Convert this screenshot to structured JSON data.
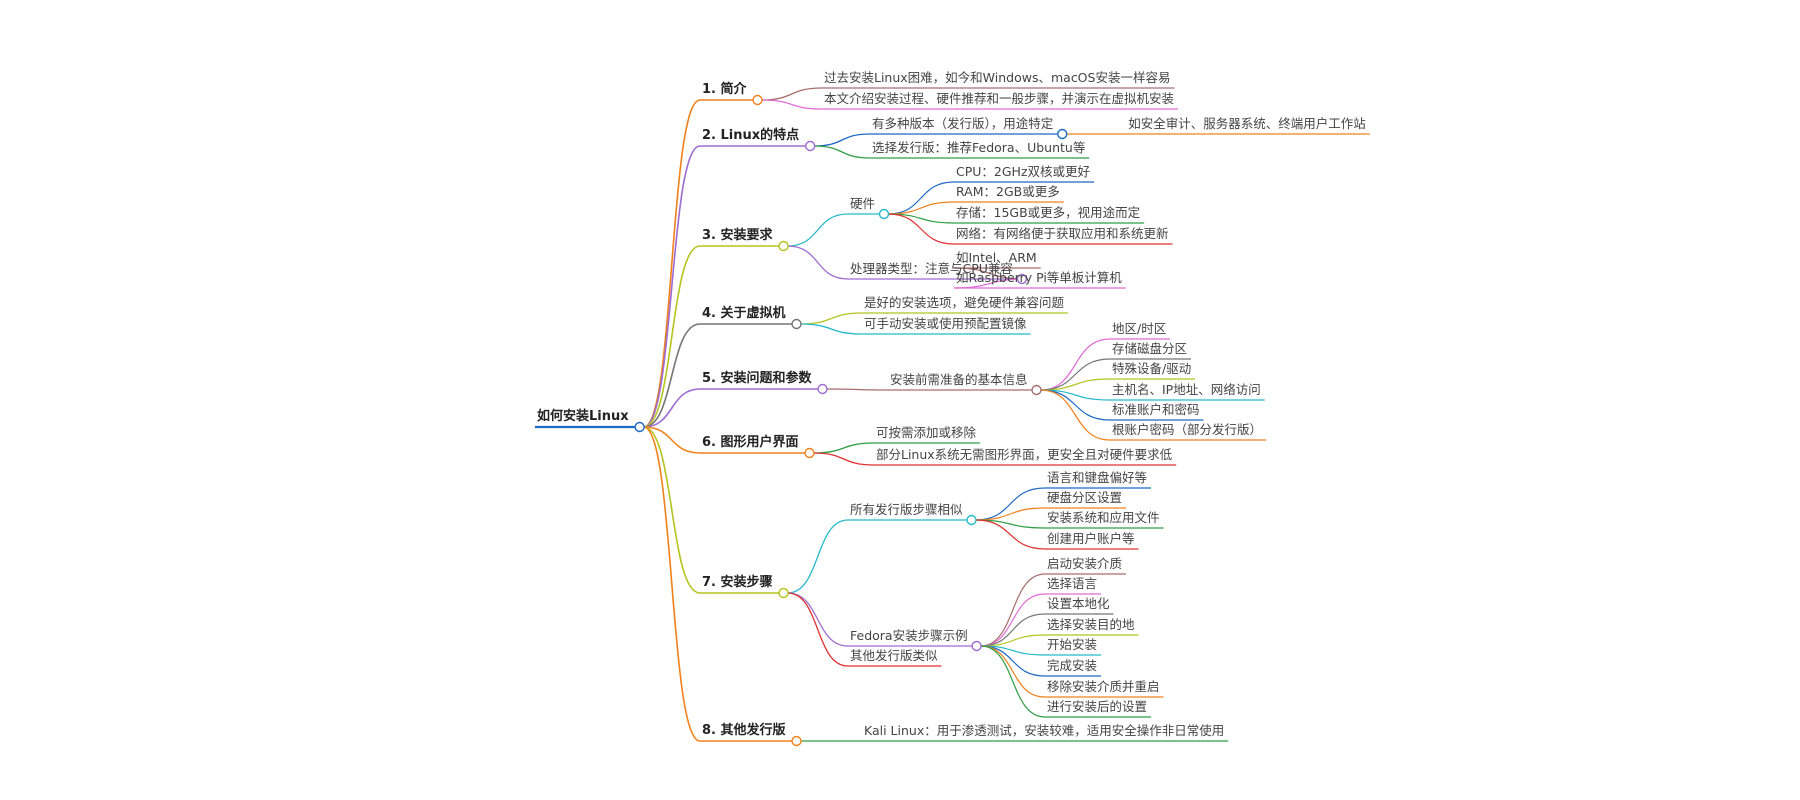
{
  "mindmap": {
    "root": "如何安装Linux",
    "branches": [
      {
        "label": "1. 简介",
        "color": "#f0811b",
        "children": [
          {
            "label": "过去安装Linux困难，如今和Windows、macOS安装一样容易",
            "color": "#a76d6d"
          },
          {
            "label": "本文介绍安装过程、硬件推荐和一般步骤，并演示在虚拟机安装",
            "color": "#e06ad5"
          }
        ]
      },
      {
        "label": "2. Linux的特点",
        "color": "#9e6bd1",
        "children": [
          {
            "label": "有多种版本（发行版），用途特定",
            "color": "#1d68c4",
            "children": [
              {
                "label": "如安全审计、服务器系统、终端用户工作站",
                "color": "#f0811b"
              }
            ]
          },
          {
            "label": "选择发行版：推荐Fedora、Ubuntu等",
            "color": "#2f9e44"
          }
        ]
      },
      {
        "label": "3. 安装要求",
        "color": "#b5c41d",
        "children": [
          {
            "label": "硬件",
            "color": "#26b9c9",
            "children": [
              {
                "label": "CPU：2GHz双核或更好",
                "color": "#1d68c4"
              },
              {
                "label": "RAM：2GB或更多",
                "color": "#f0811b"
              },
              {
                "label": "存储：15GB或更多，视用途而定",
                "color": "#2f9e44"
              },
              {
                "label": "网络：有网络便于获取应用和系统更新",
                "color": "#e03131"
              }
            ]
          },
          {
            "label": "处理器类型：注意与CPU兼容",
            "color": "#9e6bd1",
            "children": [
              {
                "label": "如Intel、ARM",
                "color": "#a76d6d"
              },
              {
                "label": "如Raspberry Pi等单板计算机",
                "color": "#e06ad5"
              }
            ]
          }
        ]
      },
      {
        "label": "4. 关于虚拟机",
        "color": "#757575",
        "children": [
          {
            "label": "是好的安装选项，避免硬件兼容问题",
            "color": "#b5c41d"
          },
          {
            "label": "可手动安装或使用预配置镜像",
            "color": "#26b9c9"
          }
        ]
      },
      {
        "label": "5. 安装问题和参数",
        "color": "#9e6bd1",
        "children": [
          {
            "label": "安装前需准备的基本信息",
            "color": "#a76d6d",
            "children": [
              {
                "label": "地区/时区",
                "color": "#e06ad5"
              },
              {
                "label": "存储磁盘分区",
                "color": "#757575"
              },
              {
                "label": "特殊设备/驱动",
                "color": "#b5c41d"
              },
              {
                "label": "主机名、IP地址、网络访问",
                "color": "#26b9c9"
              },
              {
                "label": "标准账户和密码",
                "color": "#1d68c4"
              },
              {
                "label": "根账户密码（部分发行版）",
                "color": "#f0811b"
              }
            ]
          }
        ]
      },
      {
        "label": "6. 图形用户界面",
        "color": "#f0811b",
        "children": [
          {
            "label": "可按需添加或移除",
            "color": "#2f9e44"
          },
          {
            "label": "部分Linux系统无需图形界面，更安全且对硬件要求低",
            "color": "#e03131"
          }
        ]
      },
      {
        "label": "7. 安装步骤",
        "color": "#b5c41d",
        "children": [
          {
            "label": "所有发行版步骤相似",
            "color": "#26b9c9",
            "children": [
              {
                "label": "语言和键盘偏好等",
                "color": "#1d68c4"
              },
              {
                "label": "硬盘分区设置",
                "color": "#f0811b"
              },
              {
                "label": "安装系统和应用文件",
                "color": "#2f9e44"
              },
              {
                "label": "创建用户账户等",
                "color": "#e03131"
              }
            ]
          },
          {
            "label": "Fedora安装步骤示例",
            "color": "#9e6bd1",
            "children": [
              {
                "label": "启动安装介质",
                "color": "#a76d6d"
              },
              {
                "label": "选择语言",
                "color": "#e06ad5"
              },
              {
                "label": "设置本地化",
                "color": "#757575"
              },
              {
                "label": "选择安装目的地",
                "color": "#b5c41d"
              },
              {
                "label": "开始安装",
                "color": "#26b9c9"
              },
              {
                "label": "完成安装",
                "color": "#1d68c4"
              },
              {
                "label": "移除安装介质并重启",
                "color": "#f0811b"
              },
              {
                "label": "进行安装后的设置",
                "color": "#2f9e44"
              }
            ]
          },
          {
            "label": "其他发行版类似",
            "color": "#e03131"
          }
        ]
      },
      {
        "label": "8. 其他发行版",
        "color": "#f0811b",
        "children": [
          {
            "label": "Kali Linux：用于渗透测试，安装较难，适用安全操作非日常使用",
            "color": "#2f9e44"
          }
        ]
      }
    ]
  }
}
